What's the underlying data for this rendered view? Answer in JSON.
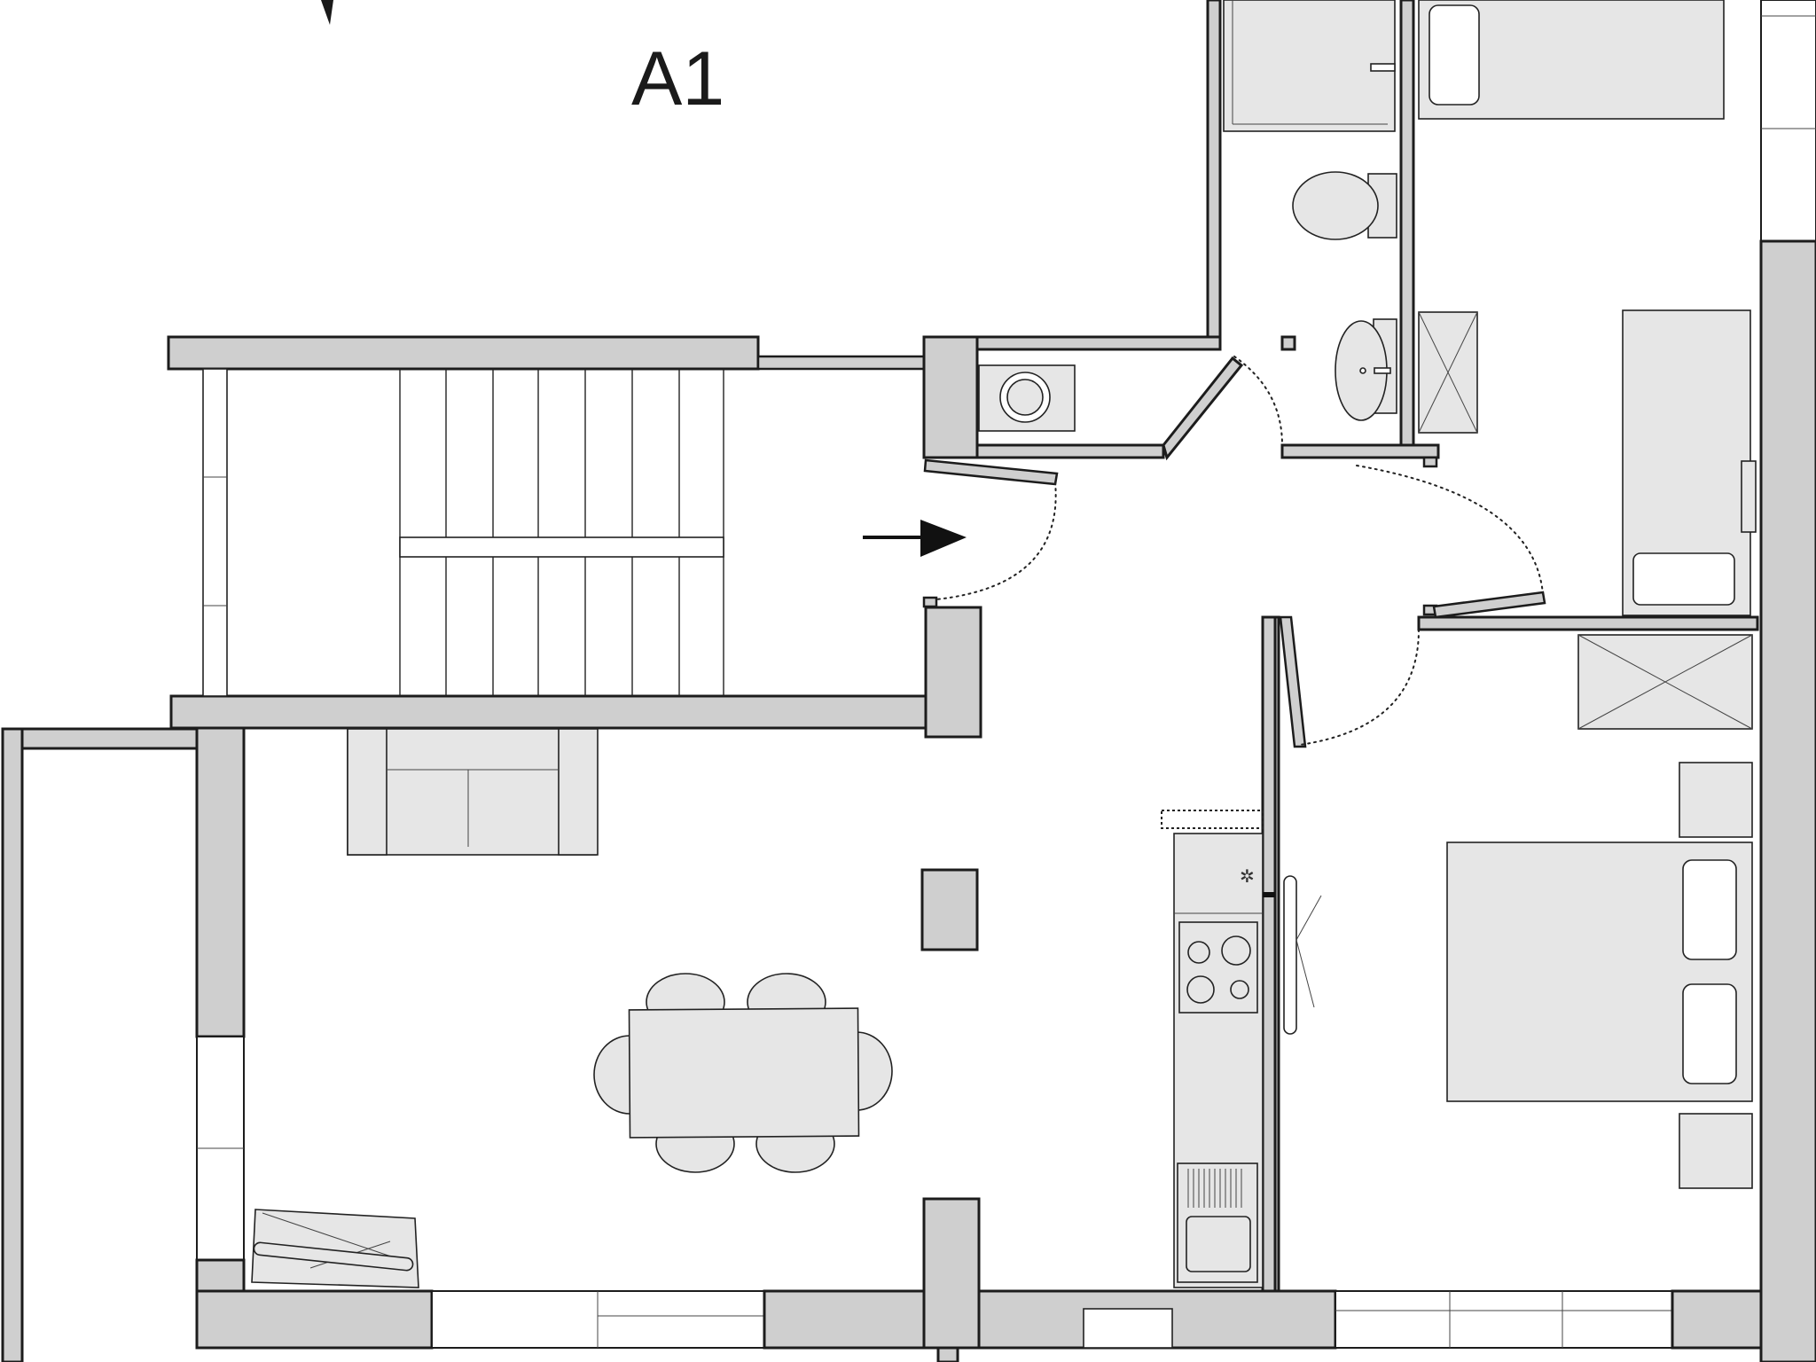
{
  "plan": {
    "apartment_label": "A1",
    "rooms": [
      {
        "id": "living-dining",
        "name": ""
      },
      {
        "id": "bathroom",
        "name": ""
      },
      {
        "id": "bedroom-north",
        "name": ""
      },
      {
        "id": "bedroom-south",
        "name": ""
      },
      {
        "id": "kitchen",
        "name": ""
      },
      {
        "id": "staircase",
        "name": ""
      }
    ],
    "colors": {
      "wall_fill": "#cfcfcf",
      "furniture_fill": "#e6e6e6",
      "outline": "#1c1c1c",
      "background": "#ffffff"
    },
    "icons": [
      "entrance-arrow-icon",
      "north-arrow-icon",
      "extractor-fan-icon"
    ]
  }
}
